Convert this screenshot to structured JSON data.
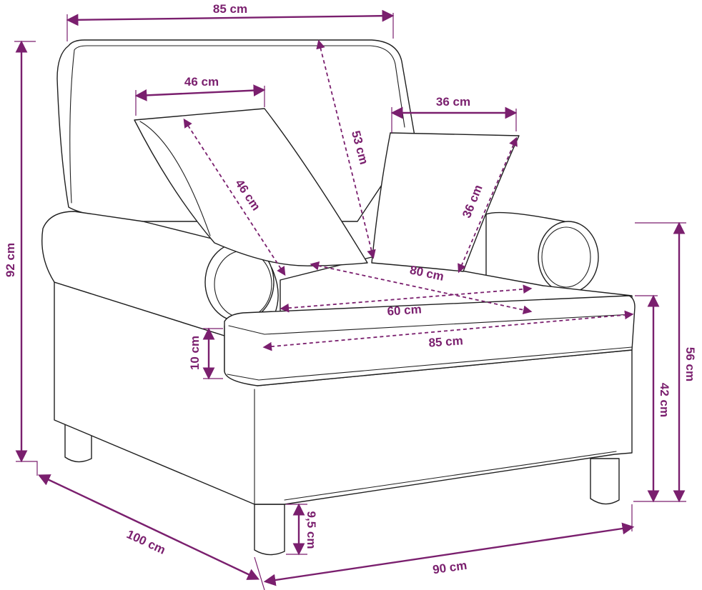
{
  "colors": {
    "dimension": "#7a1f6e",
    "outline": "#1f1f1f",
    "background": "#ffffff"
  },
  "labels": {
    "top_width": "85 cm",
    "back_pillow_width": "46 cm",
    "back_pillow_diagonal": "46 cm",
    "back_height": "53 cm",
    "small_pillow_width": "36 cm",
    "small_pillow_diagonal": "36 cm",
    "seat_inner_width": "80 cm",
    "seat_depth": "60 cm",
    "seat_front_width": "85 cm",
    "cushion_thickness": "10 cm",
    "total_height": "92 cm",
    "seat_height_top": "56 cm",
    "seat_height": "42 cm",
    "leg_height": "9,5 cm",
    "depth": "100 cm",
    "width": "90 cm"
  }
}
